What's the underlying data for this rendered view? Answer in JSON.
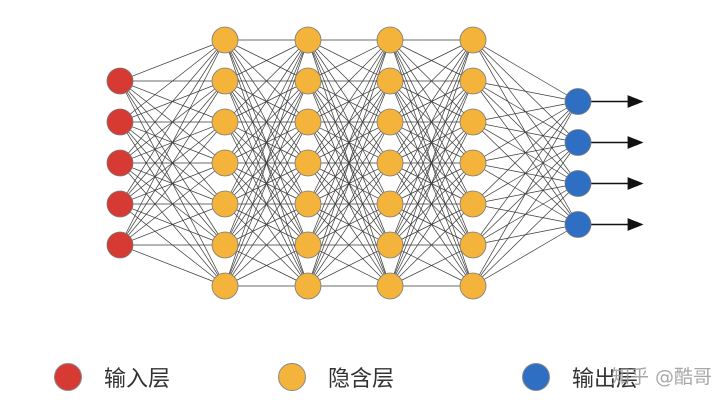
{
  "network": {
    "layers": [
      {
        "kind": "input",
        "neurons": 5
      },
      {
        "kind": "hidden",
        "neurons": 7
      },
      {
        "kind": "hidden",
        "neurons": 7
      },
      {
        "kind": "hidden",
        "neurons": 7
      },
      {
        "kind": "hidden",
        "neurons": 7
      },
      {
        "kind": "output",
        "neurons": 4
      }
    ],
    "output_arrows": true
  },
  "colors": {
    "input": "#d63a33",
    "hidden": "#f4b33a",
    "output": "#2e6fc4",
    "edge": "#3a3a3a"
  },
  "legend": [
    {
      "key": "input",
      "label": "输入层"
    },
    {
      "key": "hidden",
      "label": "隐含层"
    },
    {
      "key": "output",
      "label": "输出层"
    }
  ],
  "watermark": "知乎 @酷哥"
}
